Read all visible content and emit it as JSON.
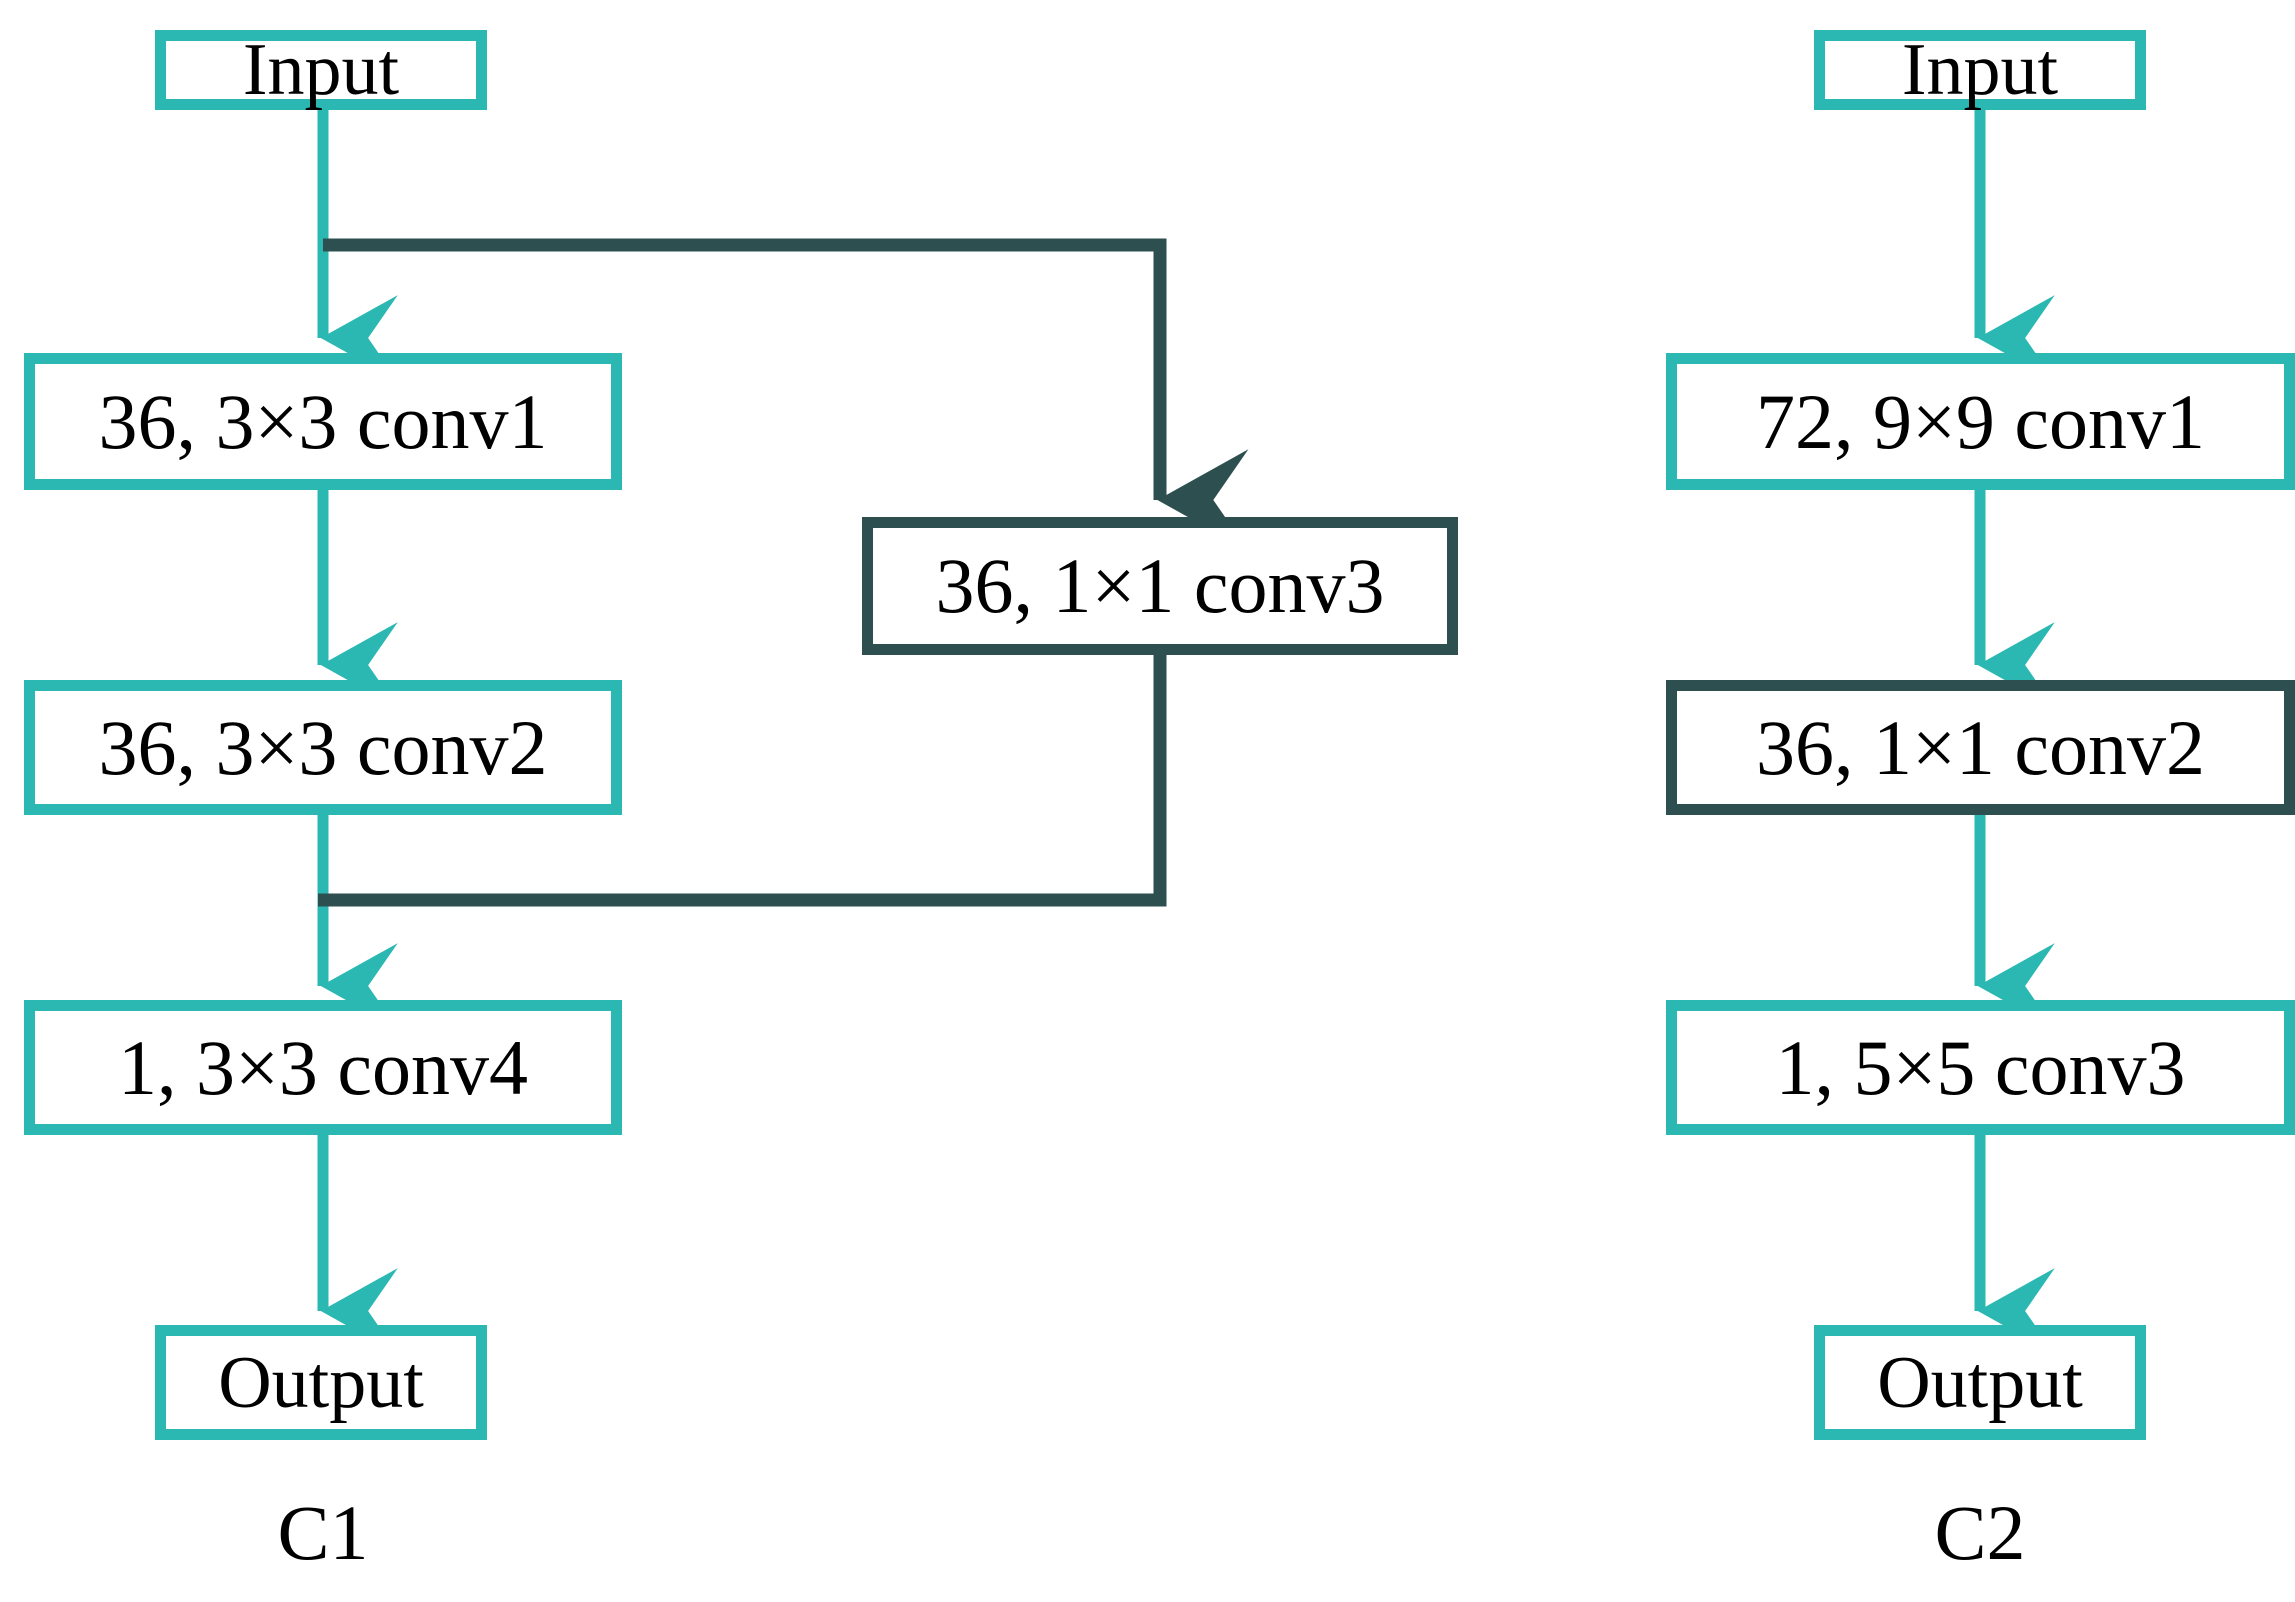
{
  "figure": {
    "title": "CNN branch architectures C1 and C2",
    "background": "#ffffff",
    "palette": {
      "teal": "#2bb8b3",
      "dark_teal": "#2d4f4f",
      "text": "#000000",
      "box_fill": "#ffffff"
    }
  },
  "columns": [
    {
      "id": "C1",
      "caption": "C1",
      "nodes": [
        {
          "id": "c1-input",
          "label": "Input",
          "kind": "io",
          "border": "teal"
        },
        {
          "id": "c1-conv1",
          "label": "36, 3×3 conv1",
          "kind": "conv",
          "border": "teal"
        },
        {
          "id": "c1-conv2",
          "label": "36, 3×3 conv2",
          "kind": "conv",
          "border": "teal"
        },
        {
          "id": "c1-conv3",
          "label": "36, 1×1 conv3",
          "kind": "conv",
          "border": "dark"
        },
        {
          "id": "c1-conv4",
          "label": "1, 3×3 conv4",
          "kind": "conv",
          "border": "teal"
        },
        {
          "id": "c1-output",
          "label": "Output",
          "kind": "io",
          "border": "teal"
        }
      ],
      "edges": [
        {
          "from": "c1-input",
          "to": "c1-conv1",
          "style": "teal-arrow",
          "path": "straight"
        },
        {
          "from": "c1-conv1",
          "to": "c1-conv2",
          "style": "teal-arrow",
          "path": "straight"
        },
        {
          "from": "c1-conv2",
          "to": "c1-conv4",
          "style": "teal-arrow",
          "path": "straight"
        },
        {
          "from": "c1-conv4",
          "to": "c1-output",
          "style": "teal-arrow",
          "path": "straight"
        },
        {
          "from": "c1-input",
          "to": "c1-conv3",
          "style": "dark-arrow",
          "path": "skip-out"
        },
        {
          "from": "c1-conv3",
          "to": "c1-conv4",
          "style": "dark-line",
          "path": "skip-in"
        }
      ]
    },
    {
      "id": "C2",
      "caption": "C2",
      "nodes": [
        {
          "id": "c2-input",
          "label": "Input",
          "kind": "io",
          "border": "teal"
        },
        {
          "id": "c2-conv1",
          "label": "72, 9×9 conv1",
          "kind": "conv",
          "border": "teal"
        },
        {
          "id": "c2-conv2",
          "label": "36, 1×1 conv2",
          "kind": "conv",
          "border": "dark"
        },
        {
          "id": "c2-conv3",
          "label": "1, 5×5 conv3",
          "kind": "conv",
          "border": "teal"
        },
        {
          "id": "c2-output",
          "label": "Output",
          "kind": "io",
          "border": "teal"
        }
      ],
      "edges": [
        {
          "from": "c2-input",
          "to": "c2-conv1",
          "style": "teal-arrow",
          "path": "straight"
        },
        {
          "from": "c2-conv1",
          "to": "c2-conv2",
          "style": "teal-arrow",
          "path": "straight"
        },
        {
          "from": "c2-conv2",
          "to": "c2-conv3",
          "style": "teal-arrow",
          "path": "straight"
        },
        {
          "from": "c2-conv3",
          "to": "c2-output",
          "style": "teal-arrow",
          "path": "straight"
        }
      ]
    }
  ]
}
